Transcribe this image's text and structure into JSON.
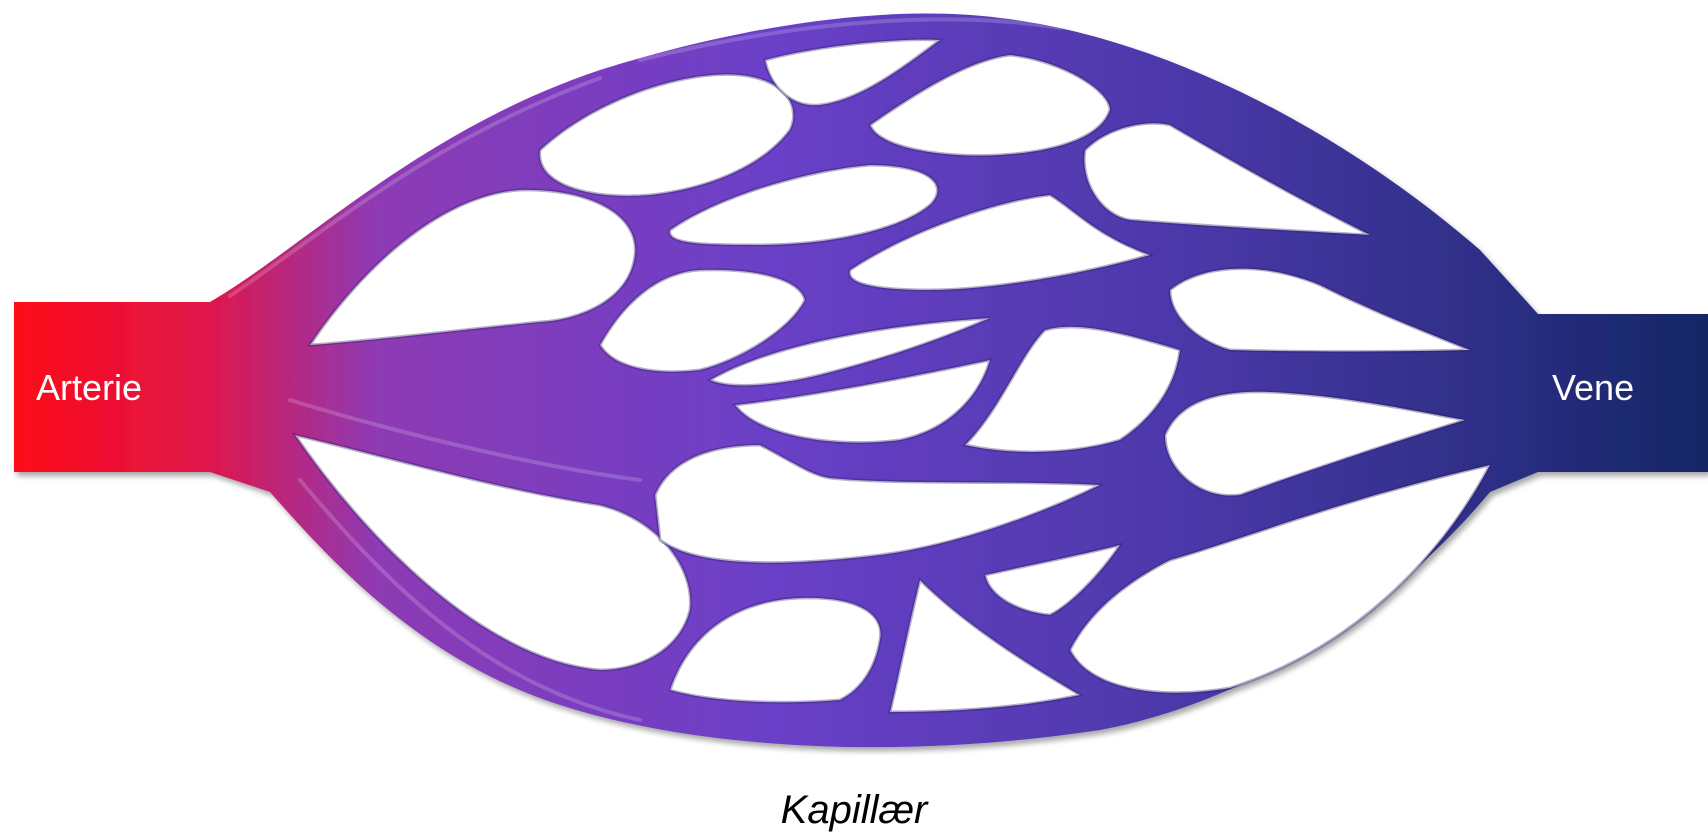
{
  "labels": {
    "artery": "Arterie",
    "vein": "Vene",
    "caption": "Kapillær"
  },
  "colors": {
    "artery": "#ff0a14",
    "capillary_mid": "#6a3fc4",
    "vein": "#182a6a"
  }
}
